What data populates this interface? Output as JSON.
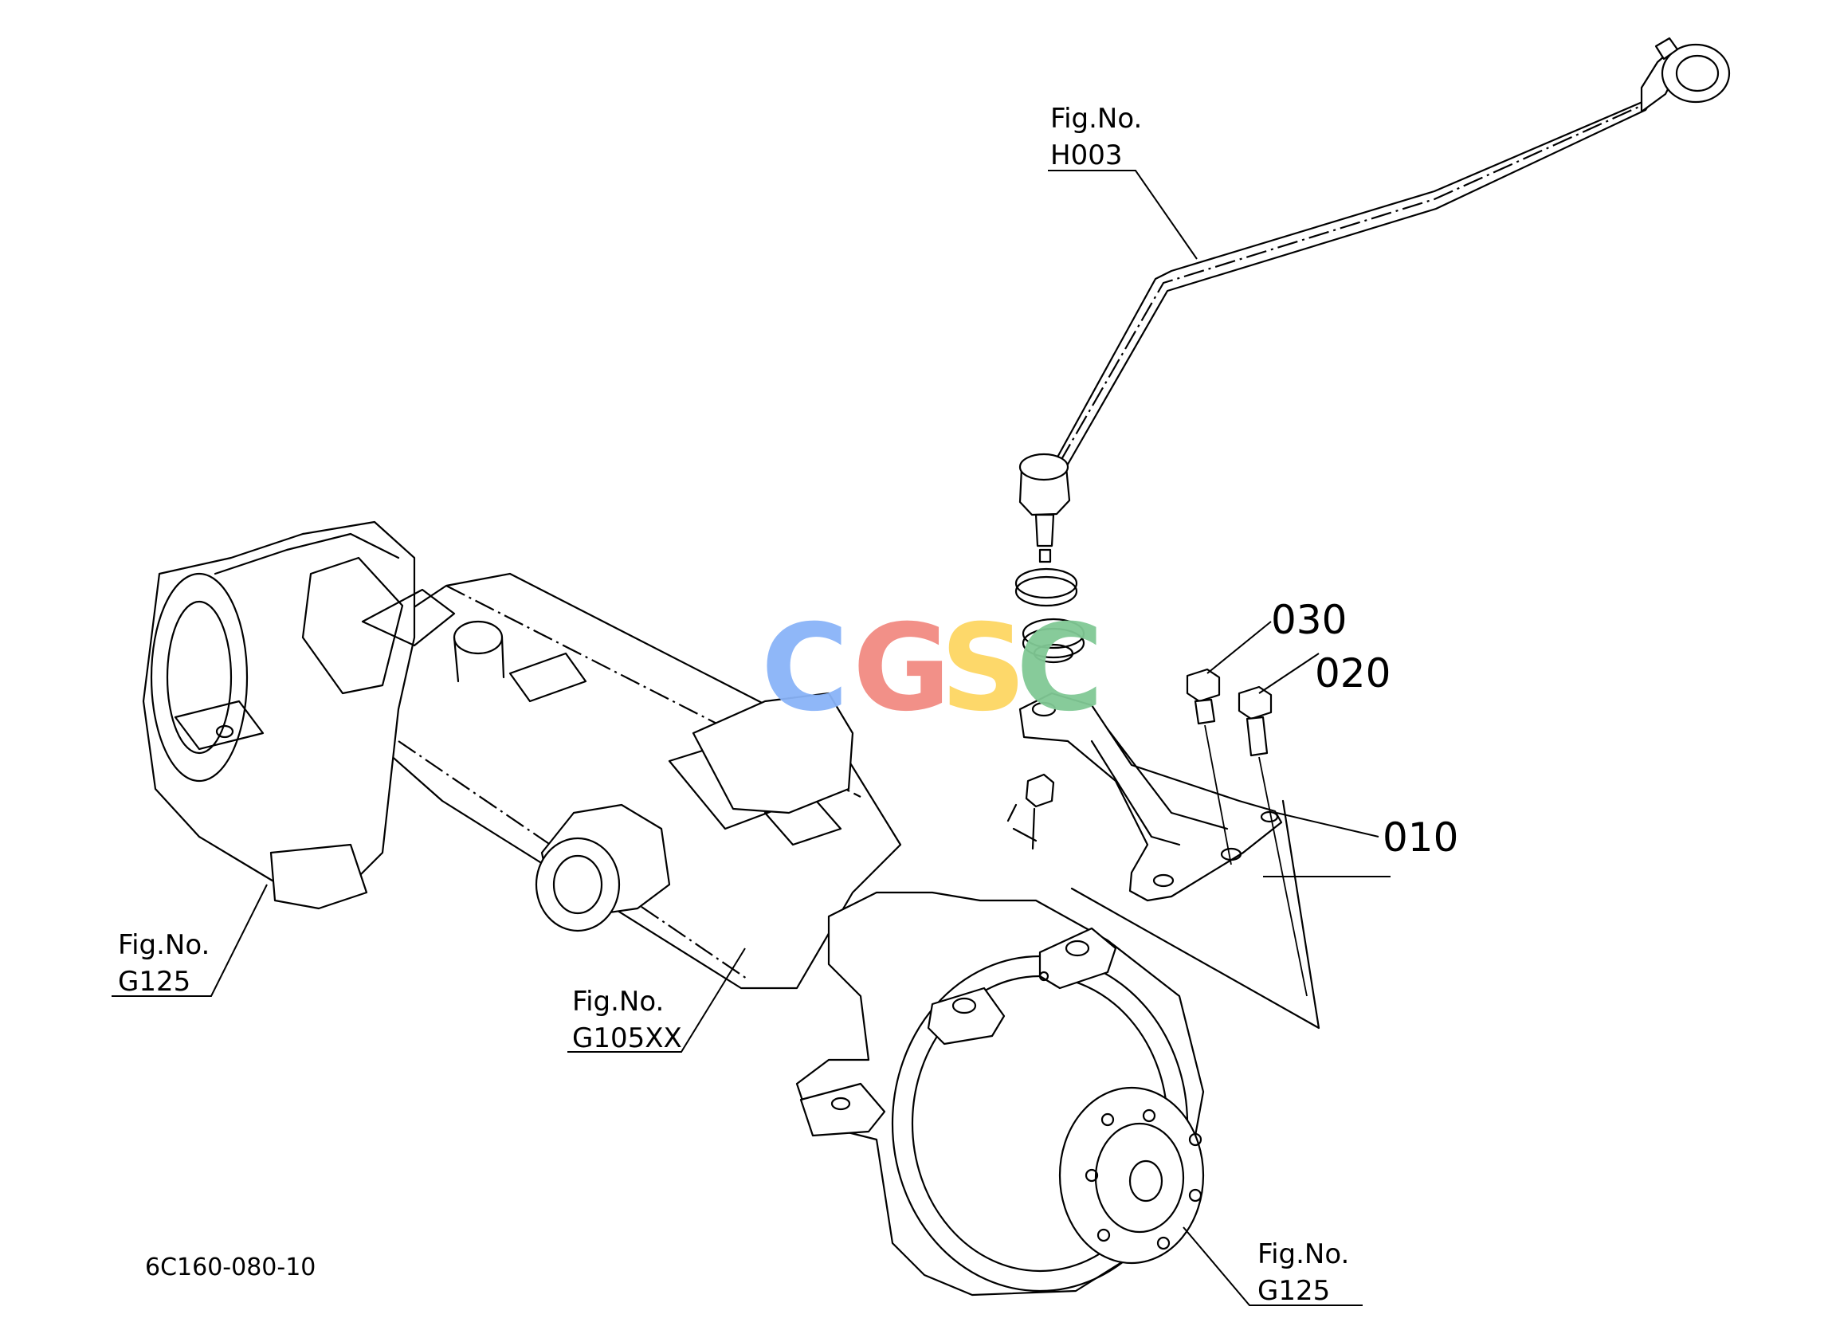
{
  "callouts": {
    "h003": {
      "line1": "Fig.No.",
      "line2": "H003"
    },
    "g125_left": {
      "line1": "Fig.No.",
      "line2": "G125"
    },
    "g105xx": {
      "line1": "Fig.No.",
      "line2": "G105XX"
    },
    "g125_right": {
      "line1": "Fig.No.",
      "line2": "G125"
    }
  },
  "parts": {
    "p030": "030",
    "p020": "020",
    "p010": "010"
  },
  "diagram_code": "6C160-080-10",
  "watermark": {
    "letters": [
      "C",
      "G",
      "S",
      "C"
    ],
    "colors": [
      "#8ab4f8",
      "#f28b82",
      "#fdd663",
      "#81c995"
    ]
  }
}
